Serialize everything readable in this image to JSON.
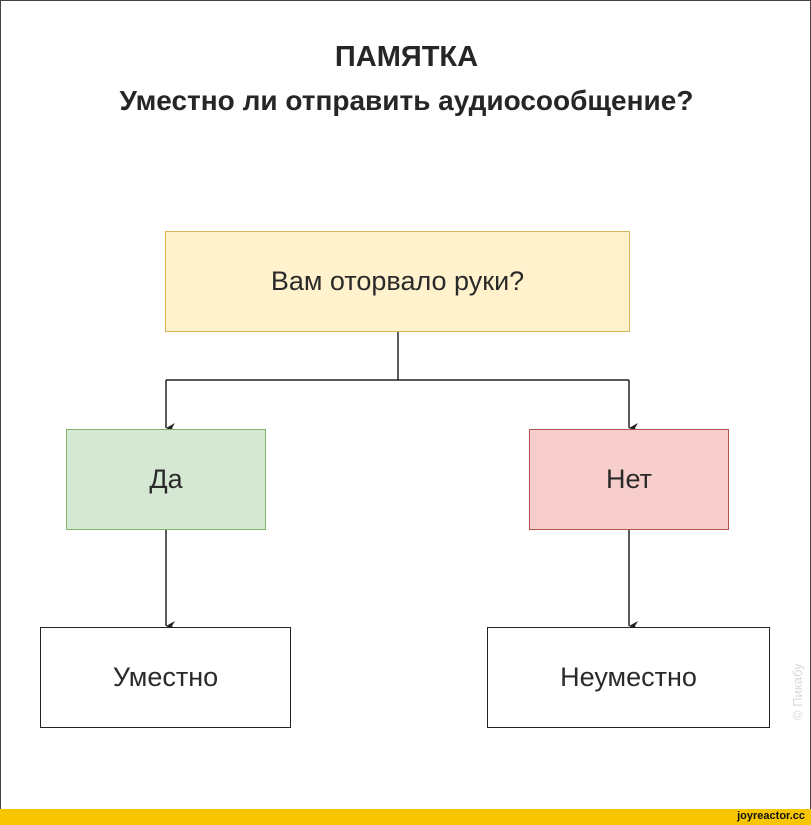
{
  "title": {
    "heading": "ПАМЯТКА",
    "question": "Уместно ли отправить аудиосообщение?"
  },
  "flowchart": {
    "question_node": {
      "label": "Вам оторвало руки?",
      "fill": "#fff2cc"
    },
    "yes_node": {
      "label": "Да",
      "fill": "#d5e8d4"
    },
    "no_node": {
      "label": "Нет",
      "fill": "#f8cecc"
    },
    "yes_result": {
      "label": "Уместно"
    },
    "no_result": {
      "label": "Неуместно"
    }
  },
  "watermark": {
    "text": "© Пикабу"
  },
  "footer": {
    "site": "joyreactor.cc",
    "color": "#f7c600"
  }
}
